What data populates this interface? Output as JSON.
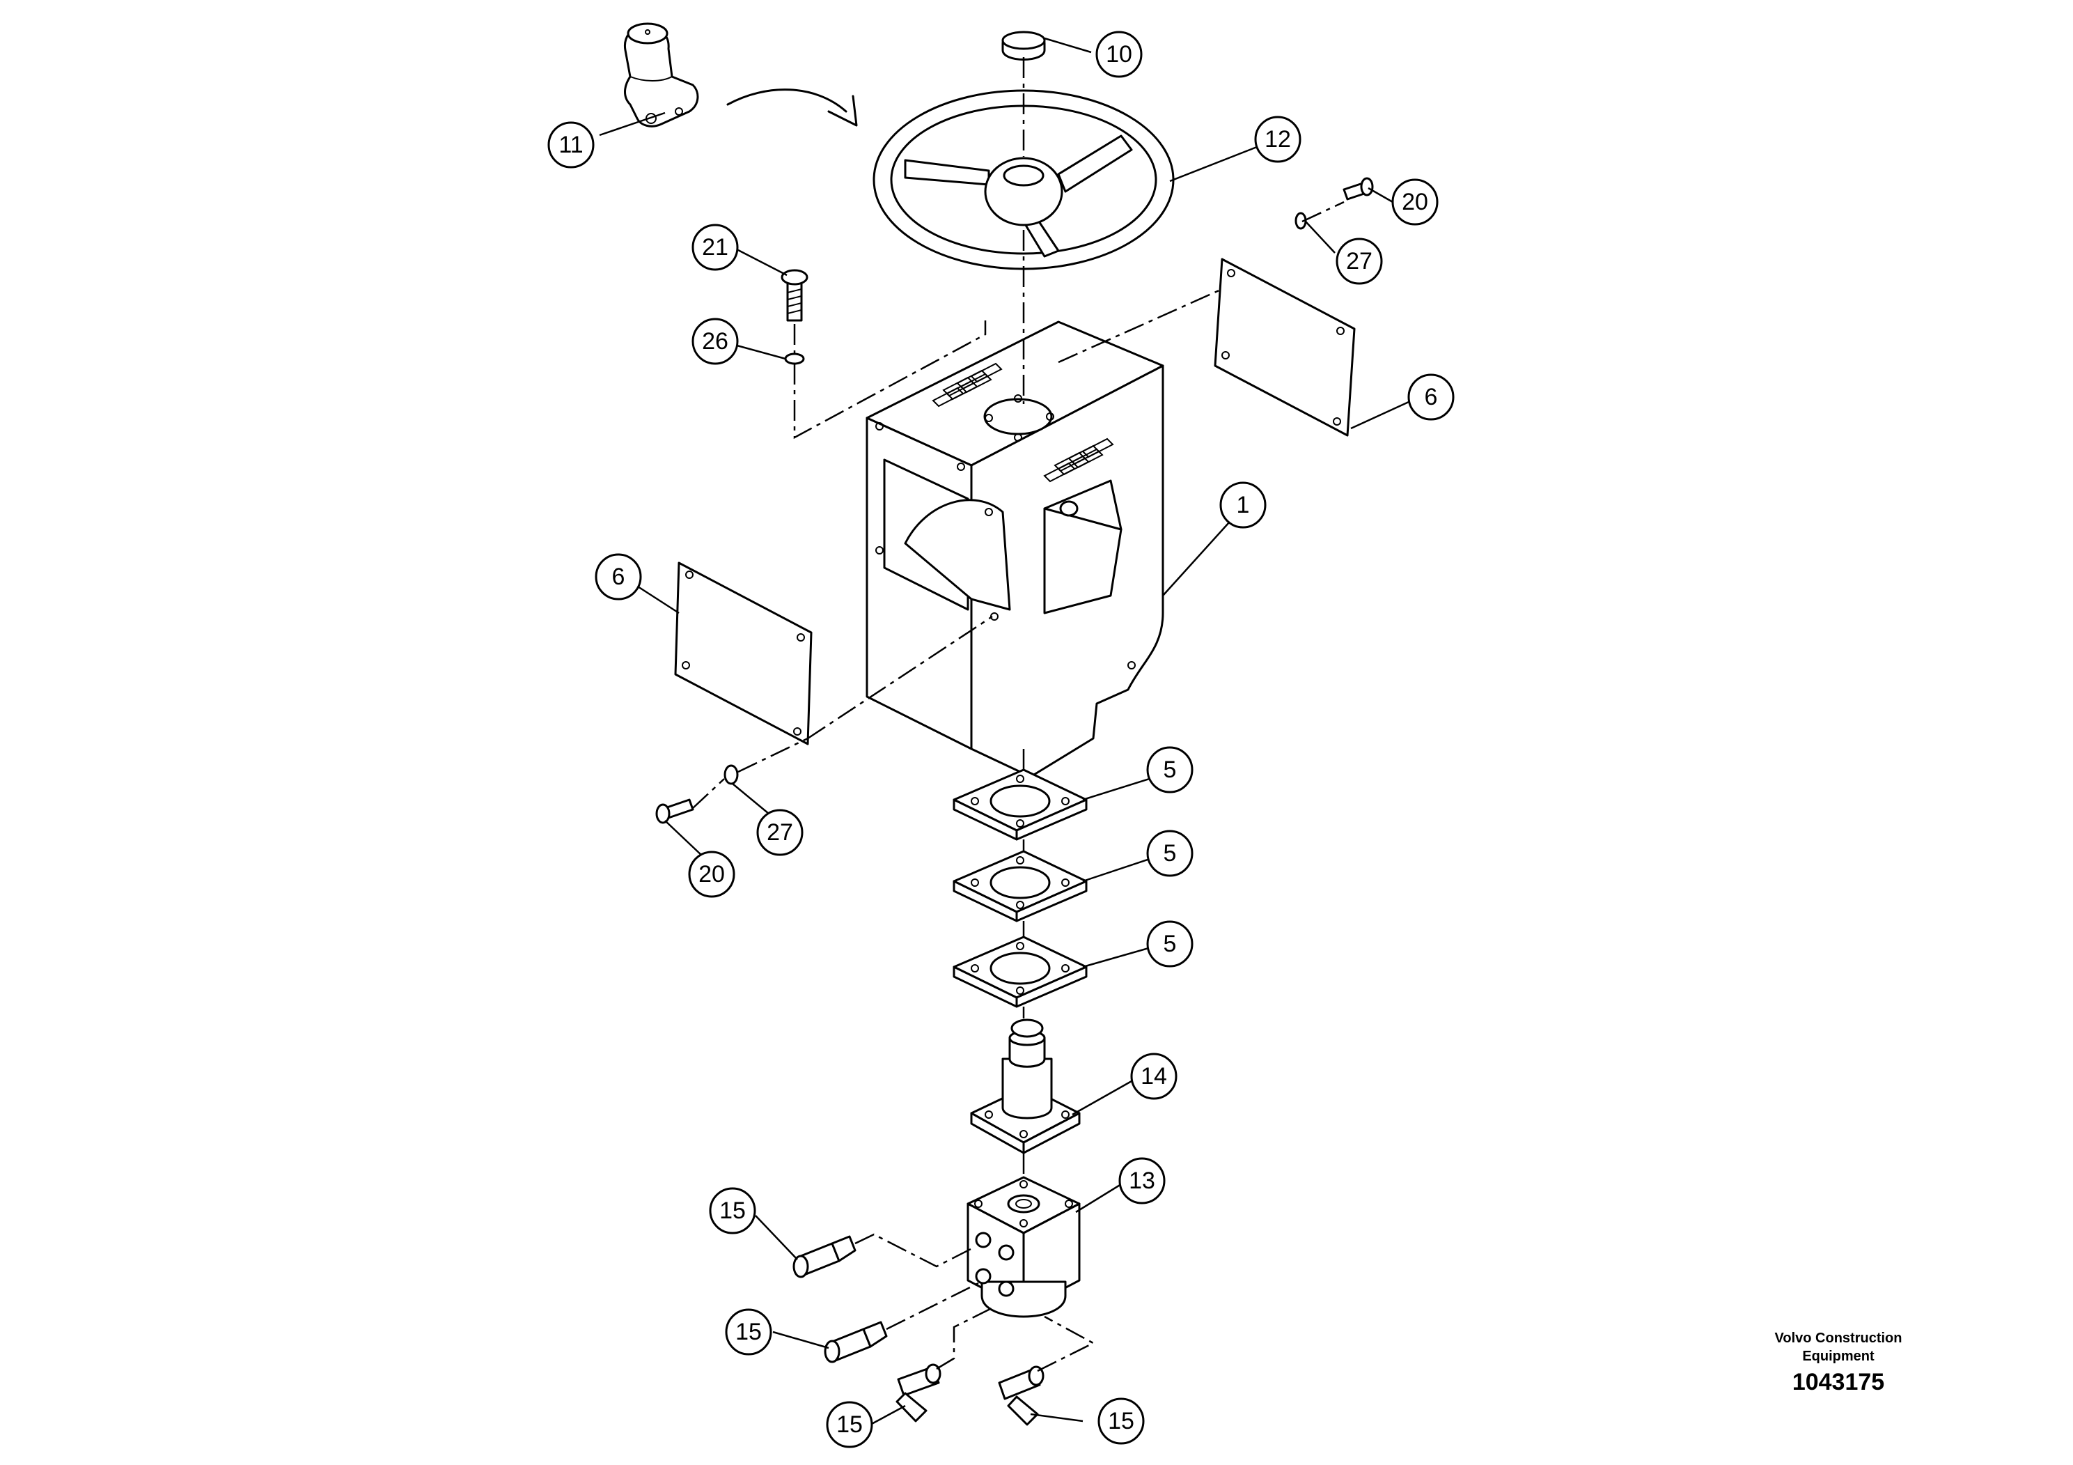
{
  "callouts": {
    "c1": "1",
    "c5a": "5",
    "c5b": "5",
    "c5c": "5",
    "c6r": "6",
    "c6l": "6",
    "c10": "10",
    "c11": "11",
    "c12": "12",
    "c13": "13",
    "c14": "14",
    "c15a": "15",
    "c15b": "15",
    "c15c": "15",
    "c15d": "15",
    "c20r": "20",
    "c20l": "20",
    "c21": "21",
    "c26": "26",
    "c27r": "27",
    "c27l": "27"
  },
  "brand": {
    "line1": "Volvo Construction",
    "line2": "Equipment"
  },
  "drawing_number": "1043175"
}
